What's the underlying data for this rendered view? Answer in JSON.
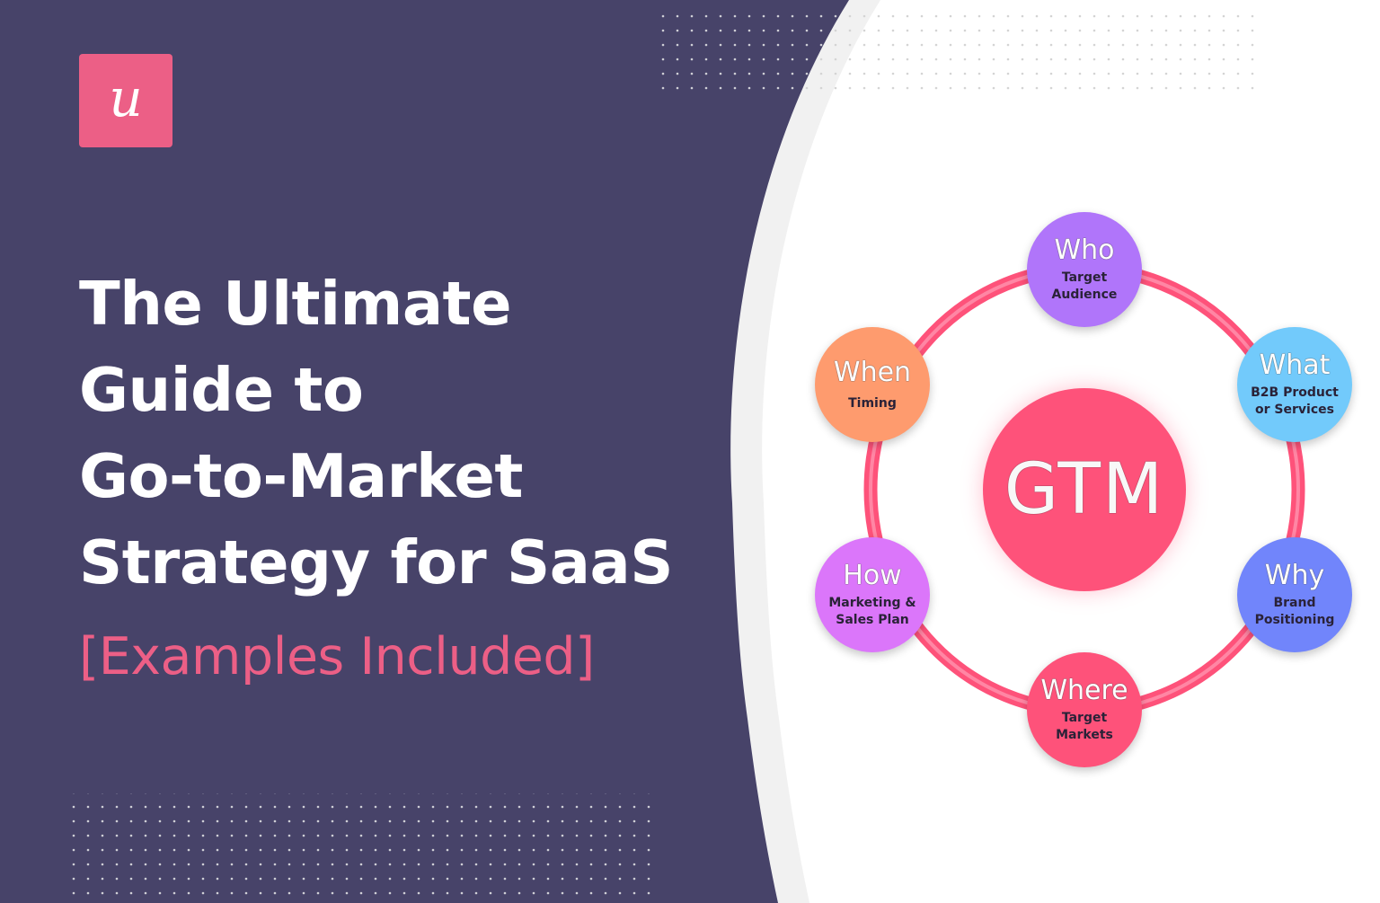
{
  "colors": {
    "panel_bg": "#474369",
    "curve_band": "#f1f1f1",
    "accent_pink": "#ec5f86",
    "ring_pink": "#fe527a",
    "who": "#b075fa",
    "what": "#72cafb",
    "why": "#7185fb",
    "where": "#fe527a",
    "how": "#db76fa",
    "when": "#fe9b6e"
  },
  "logo": {
    "glyph": "u",
    "name": "userpilot-logo"
  },
  "title": {
    "lines": [
      "The Ultimate",
      "Guide to",
      "Go-to-Market",
      "Strategy for SaaS"
    ],
    "subtitle": "[Examples Included]"
  },
  "diagram": {
    "center": "GTM",
    "nodes": [
      {
        "key": "who",
        "heading": "Who",
        "lines": [
          "Target",
          "Audience"
        ]
      },
      {
        "key": "what",
        "heading": "What",
        "lines": [
          "B2B Product",
          "or Services"
        ]
      },
      {
        "key": "why",
        "heading": "Why",
        "lines": [
          "Brand",
          "Positioning"
        ]
      },
      {
        "key": "where",
        "heading": "Where",
        "lines": [
          "Target",
          "Markets"
        ]
      },
      {
        "key": "how",
        "heading": "How",
        "lines": [
          "Marketing &",
          "Sales Plan"
        ]
      },
      {
        "key": "when",
        "heading": "When",
        "lines": [
          "Timing"
        ]
      }
    ]
  }
}
